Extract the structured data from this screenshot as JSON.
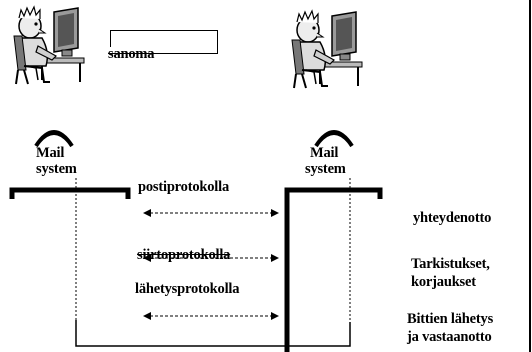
{
  "message": {
    "label": "sanoma"
  },
  "left_host": {
    "label_line1": "Mail",
    "label_line2": "system",
    "icon": "computer-user-icon"
  },
  "right_host": {
    "label_line1": "Mail",
    "label_line2": "system",
    "icon": "computer-user-icon"
  },
  "protocols": {
    "mail": "postiprotokolla",
    "transfer": "siirtoprotokolla",
    "transmission": "lähetysprotokolla"
  },
  "layers": {
    "connection": "yhteydenotto",
    "checks_line1": "Tarkistukset,",
    "checks_line2": "korjaukset",
    "bits_line1": "Bittien lähetys",
    "bits_line2": "ja vastaanotto"
  }
}
